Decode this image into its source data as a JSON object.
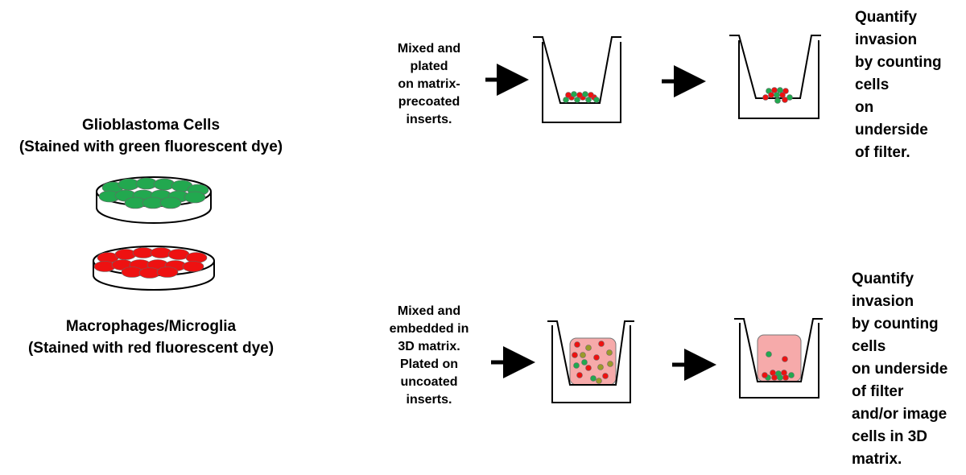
{
  "left": {
    "glioblastoma_title": "Glioblastoma Cells",
    "glioblastoma_subtitle": "(Stained with green fluorescent dye)",
    "macrophage_title": "Macrophages/Microglia",
    "macrophage_subtitle": "(Stained with red fluorescent dye)"
  },
  "top_row": {
    "step_label": "Mixed and\nplated\non matrix-\nprecoated\ninserts.",
    "result_label": "Quantify\ninvasion\nby counting\ncells\non\nunderside\nof filter."
  },
  "bottom_row": {
    "step_label": "Mixed and\nembedded in\n3D matrix.\nPlated on\nuncoated\ninserts.",
    "result_label": "Quantify\ninvasion\nby counting\ncells\non underside\nof filter\nand/or image\ncells in 3D\nmatrix."
  },
  "colors": {
    "green_cell": "#22a84f",
    "red_cell": "#ee1111",
    "matrix_fill": "#f6aaaa",
    "olive_cell": "#9b9a2a"
  }
}
